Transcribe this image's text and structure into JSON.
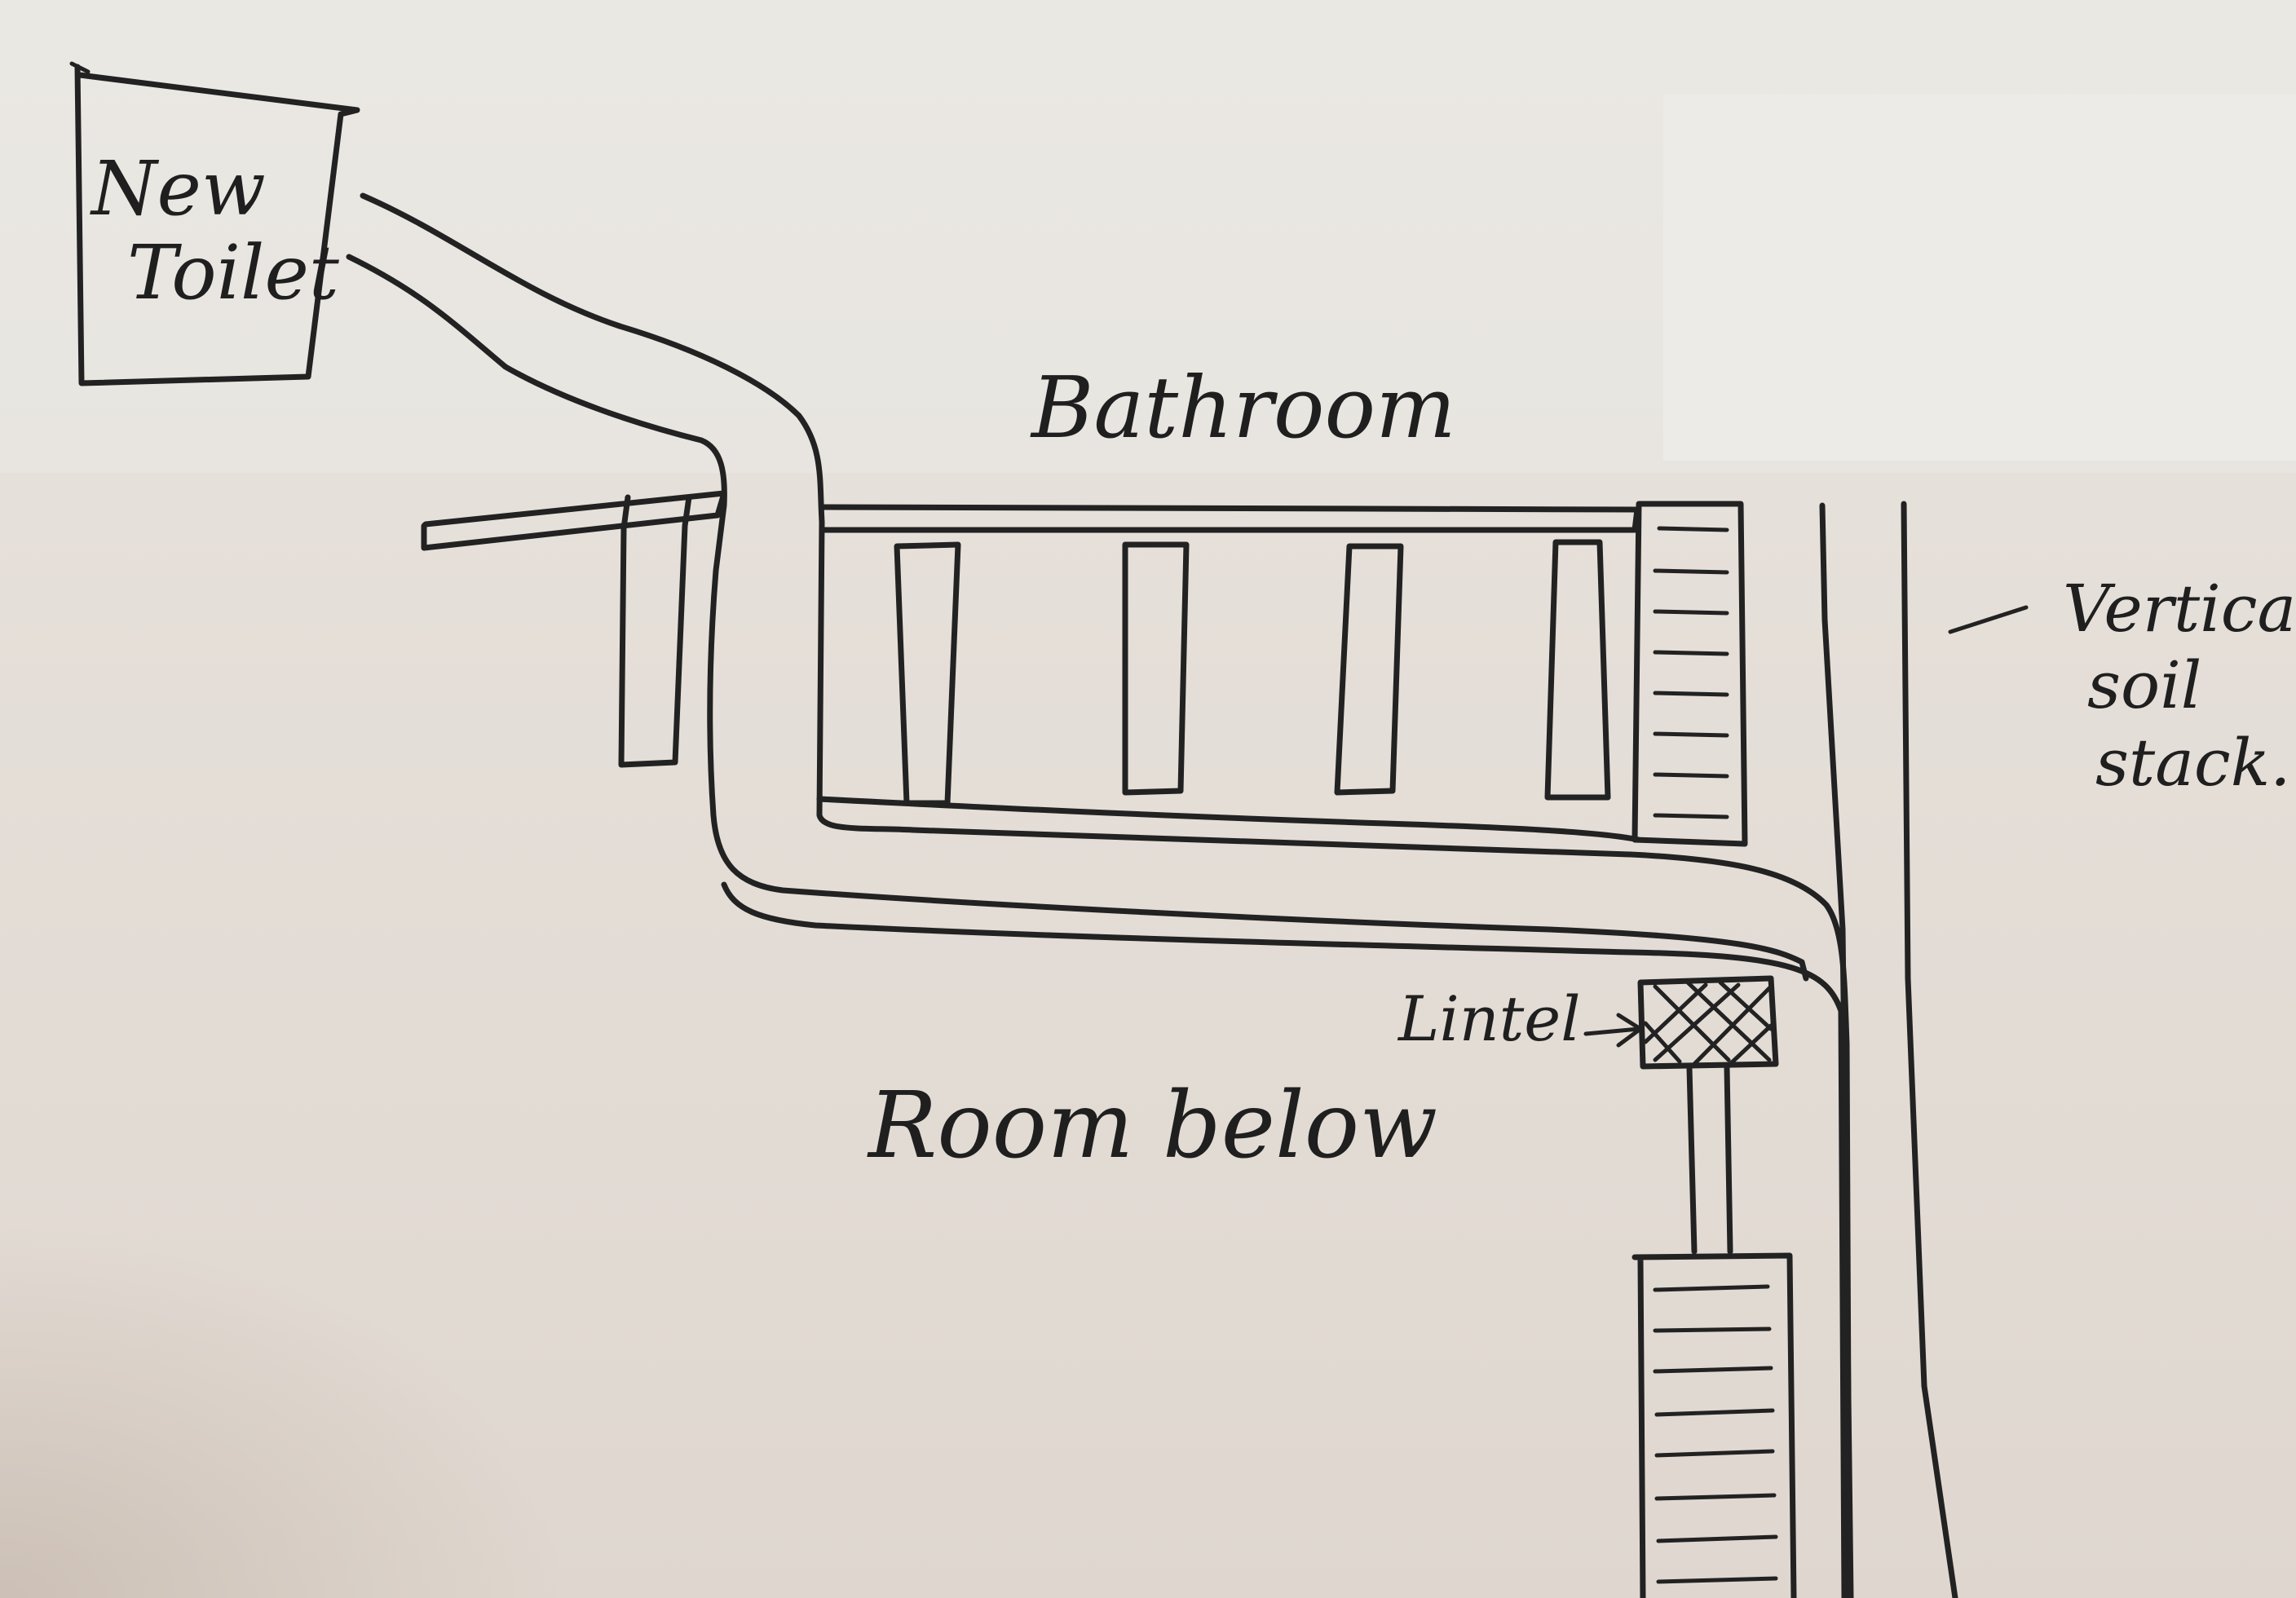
{
  "diagram": {
    "labels": {
      "new_toilet_line1": "New",
      "new_toilet_line2": "Toilet",
      "bathroom": "Bathroom",
      "room_below": "Room below",
      "lintel": "Lintel",
      "soil_stack_line1": "Vertical",
      "soil_stack_line2": "soil",
      "soil_stack_line3": "stack."
    },
    "colors": {
      "ink": "#222222",
      "paper": "#e8e5e0"
    }
  }
}
